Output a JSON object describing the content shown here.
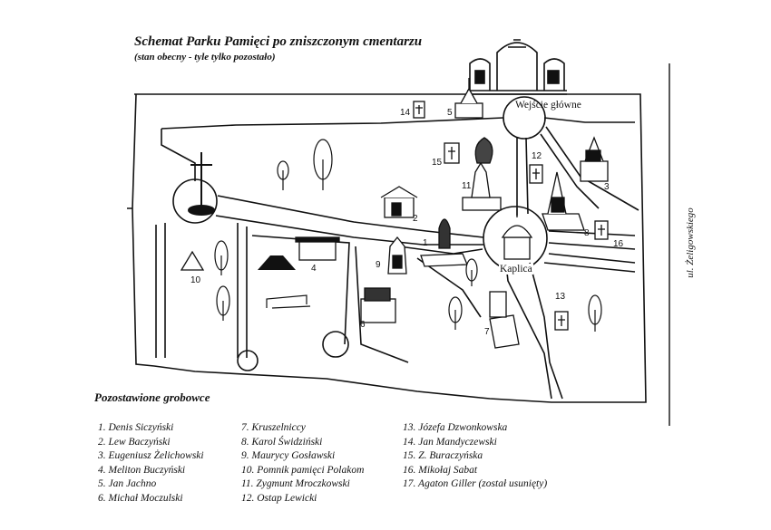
{
  "title": "Schemat Parku Pamięci po zniszczonym cmentarzu",
  "subtitle": "(stan obecny - tyle tylko pozostało)",
  "labels": {
    "entrance": "Wejście główne",
    "chapel": "Kaplica",
    "street": "ul. Żeligowskiego"
  },
  "plot_numbers": {
    "n1": "1",
    "n2": "2",
    "n3": "3",
    "n4": "4",
    "n5": "5",
    "n6": "6",
    "n7": "7",
    "n8": "8",
    "n9": "9",
    "n10": "10",
    "n11": "11",
    "n12": "12",
    "n13": "13",
    "n14": "14",
    "n15": "15",
    "n16": "16"
  },
  "legend": {
    "title": "Pozostawione grobowce",
    "col1": [
      "1. Denis Siczyński",
      "2. Lew Baczyński",
      "3. Eugeniusz Żelichowski",
      "4. Meliton Buczyński",
      "5. Jan Jachno",
      "6. Michał Moczulski"
    ],
    "col2": [
      "7. Kruszelniccy",
      "8. Karol Świdziński",
      "9. Maurycy Gosławski",
      "10. Pomnik pamięci Polakom",
      "11. Zygmunt Mroczkowski",
      "12. Ostap Lewicki"
    ],
    "col3": [
      "13. Józefa Dzwonkowska",
      "14. Jan Mandyczewski",
      "15. Z. Buraczyńska",
      "16. Mikołaj Sabat",
      "17. Agaton Giller (został usunięty)"
    ]
  }
}
